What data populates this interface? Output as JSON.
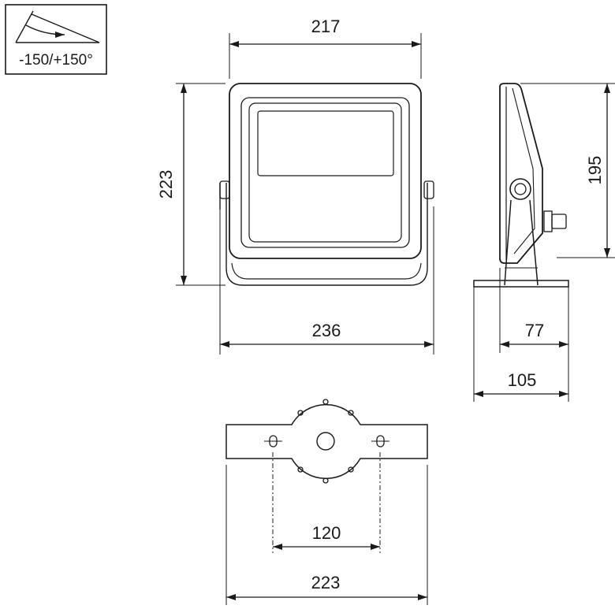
{
  "tilt_icon": {
    "icon": "tilt-angle-icon",
    "label": "-150/+150°"
  },
  "front_view": {
    "width_top": "217",
    "height": "223",
    "width_bracket": "236"
  },
  "side_view": {
    "height": "195",
    "depth_body": "77",
    "depth_total": "105"
  },
  "mount_plate": {
    "hole_spacing": "120",
    "width": "223"
  },
  "colors": {
    "line": "#1a1a1a",
    "background": "#ffffff"
  }
}
